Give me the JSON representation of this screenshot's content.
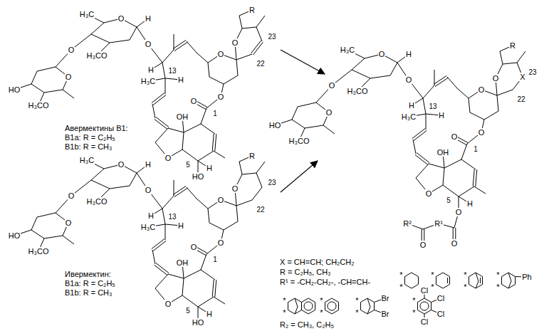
{
  "diagram": {
    "labels": [
      "H₃C",
      "O",
      "H",
      "H₃CO",
      "O",
      "O",
      "O",
      "HO",
      "H₃CO",
      "H",
      "13",
      "R",
      "23",
      "O",
      "O",
      "22",
      "H₃C",
      "H",
      "O",
      "1",
      "O",
      "OH",
      "O",
      "5",
      "H",
      "HO",
      "Авермектины B1:",
      "B1a: R = C₂H₅",
      "B1b: R = CH₃",
      "H₃C",
      "O",
      "H",
      "H₃CO",
      "O",
      "O",
      "O",
      "HO",
      "H₃CO",
      "H",
      "13",
      "R",
      "23",
      "O",
      "O",
      "22",
      "H₃C",
      "H",
      "O",
      "1",
      "O",
      "OH",
      "O",
      "5",
      "H",
      "HO",
      "Ивермектин:",
      "B1a: R = C₂H₅",
      "B1b: R = CH₃",
      "H₃C",
      "O",
      "H",
      "H₃CO",
      "O",
      "O",
      "O",
      "HO",
      "H₃CO",
      "H",
      "13",
      "R",
      "23",
      "O",
      "O",
      "22",
      "H₃C",
      "H",
      "O",
      "1",
      "O",
      "OH",
      "O",
      "5",
      "H",
      "O",
      "X",
      "R²",
      "O",
      "R¹",
      "O",
      "X = CH=CH; CH₂CH₂",
      "R = C₂H₅, CH₃",
      "R¹ = -CH₂-CH₂-, -CH=CH-",
      "*",
      "*",
      "*",
      "*",
      "*",
      "*",
      "*",
      "*",
      "Ph",
      "*",
      "*",
      "*",
      "*",
      "*",
      "*",
      "Br",
      "Br",
      "*",
      "*",
      "Cl",
      "Cl",
      "Cl",
      "Cl",
      "R₂ = CH₃, C₂H₅"
    ]
  }
}
